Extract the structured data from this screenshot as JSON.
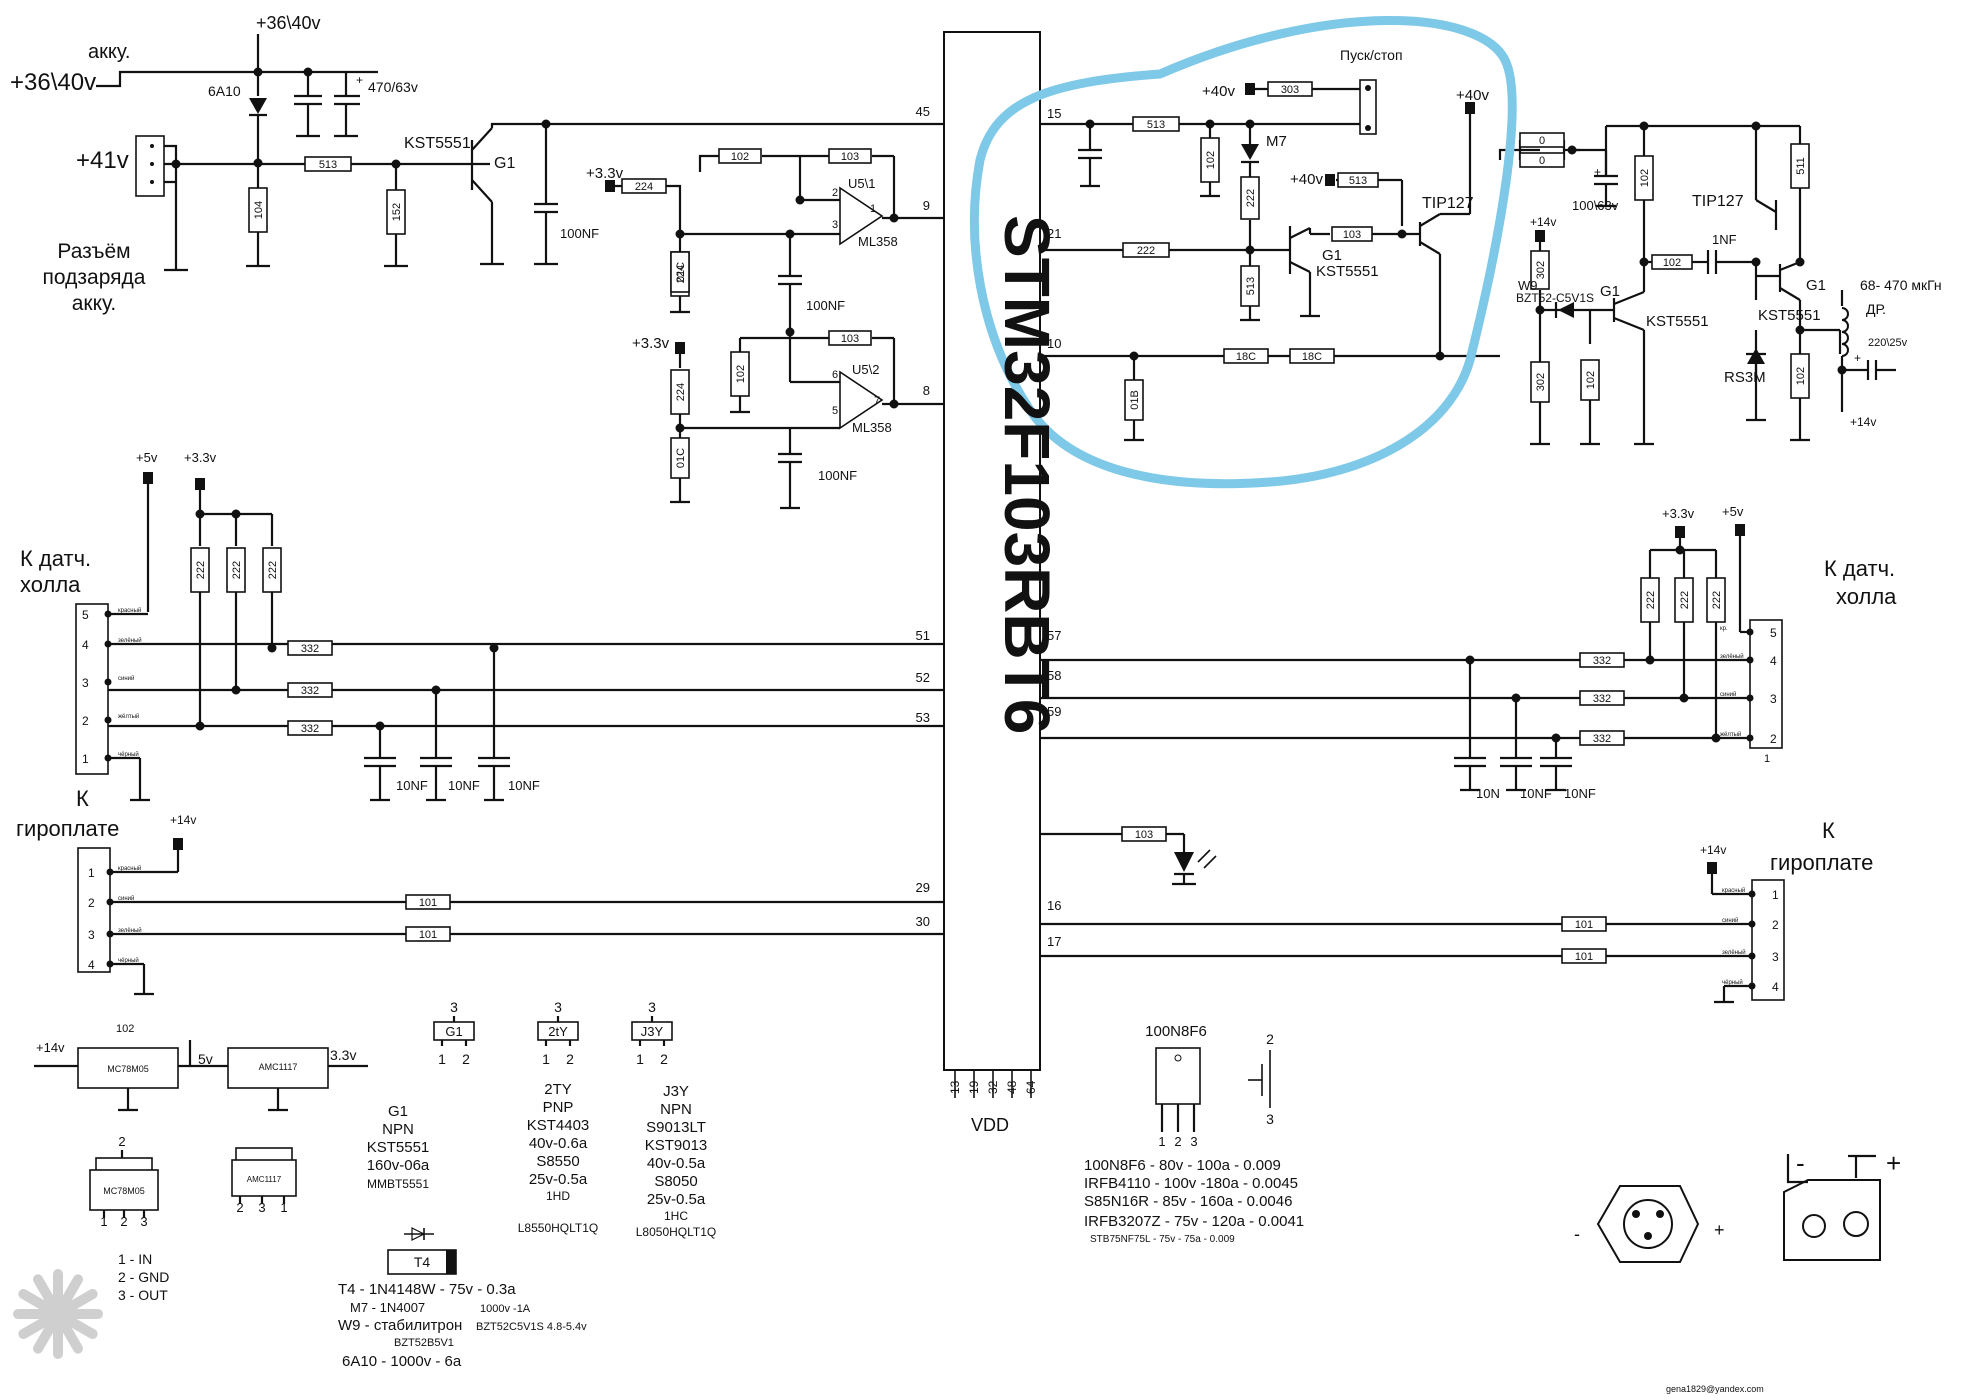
{
  "chip": {
    "name": "STM32F103RBT6",
    "vdd": "VDD",
    "vdd_pins": [
      "13",
      "19",
      "32",
      "48",
      "64"
    ]
  },
  "left_power": {
    "title_top": "+36\\40v",
    "akku": "акку.",
    "akku_v": "+36\\40v",
    "diode": "6A10",
    "cap": "470/63v",
    "in41": "+41v",
    "connector_caption": [
      "Разъём",
      "подзаряда",
      "акку."
    ],
    "r513": "513",
    "r104": "104",
    "r152": "152",
    "transistor": "KST5551",
    "g1": "G1",
    "cap_100nf": "100NF"
  },
  "opamp": {
    "v33a": "+3.3v",
    "v33b": "+3.3v",
    "r224a": "224",
    "r224b": "224",
    "r102a": "102",
    "r103a": "103",
    "r103b": "103",
    "r102b": "102",
    "c01ca": "01C",
    "c01cb": "01C",
    "u1": "U5\\1",
    "u2": "U5\\2",
    "ml1": "ML358",
    "ml2": "ML358",
    "nf1": "100NF",
    "nf2": "100NF",
    "pins": [
      "2",
      "3",
      "1",
      "6",
      "5",
      "7"
    ]
  },
  "chip_pins": {
    "p45": "45",
    "p9": "9",
    "p8": "8",
    "p51": "51",
    "p52": "52",
    "p53": "53",
    "p29": "29",
    "p30": "30",
    "p15": "15",
    "p21": "21",
    "p10": "10",
    "p57": "57",
    "p58": "58",
    "p59": "59",
    "p16": "16",
    "p17": "17"
  },
  "start_stop": {
    "title": "Пуск/стоп",
    "v40a": "+40v",
    "v40b": "+40v",
    "v40c": "+40v",
    "r303": "303",
    "r513a": "513",
    "r102": "102",
    "m7": "M7",
    "r222a": "222",
    "r513b": "513",
    "r222b": "222",
    "r513c": "513",
    "r103": "103",
    "g1": "G1",
    "kst": "KST5551",
    "tip": "TIP127",
    "c01b": "01B",
    "r18ca": "18C",
    "r18cb": "18C"
  },
  "right_power": {
    "r0a": "0",
    "r0b": "0",
    "cap": "100\\63v",
    "r102a": "102",
    "tip": "TIP127",
    "r511": "511",
    "c1nf": "1NF",
    "r102b": "102",
    "g1a": "G1",
    "g1b": "G1",
    "kst_a": "KST5551",
    "kst_b": "KST5551",
    "v14a": "+14v",
    "r302a": "302",
    "w9": "W9",
    "bzt": "BZT52-C5V1S",
    "r302b": "302",
    "r102c": "102",
    "rs3m": "RS3M",
    "r102d": "102",
    "ind": "68- 470 мкГн",
    "dr": "ДР.",
    "cap2": "220\\25v",
    "v14b": "+14v"
  },
  "hall_left": {
    "title": [
      "К датч.",
      "холла"
    ],
    "v5": "+5v",
    "v33": "+3.3v",
    "r222": [
      "222",
      "222",
      "222"
    ],
    "r332": [
      "332",
      "332",
      "332"
    ],
    "caps": [
      "10NF",
      "10NF",
      "10NF"
    ],
    "pins": [
      "5",
      "4",
      "3",
      "2",
      "1"
    ],
    "wires": [
      "красный",
      "зелёный",
      "синий",
      "жёлтый",
      "чёрный"
    ]
  },
  "gyro_left": {
    "title": [
      "К",
      "гироплате"
    ],
    "v14": "+14v",
    "r101": [
      "101",
      "101"
    ],
    "pins": [
      "1",
      "2",
      "3",
      "4"
    ],
    "wires": [
      "красный",
      "синий",
      "зелёный",
      "чёрный"
    ]
  },
  "hall_right": {
    "title": [
      "К датч.",
      "холла"
    ],
    "v33": "+3.3v",
    "v5": "+5v",
    "r222": [
      "222",
      "222",
      "222"
    ],
    "r332": [
      "332",
      "332",
      "332"
    ],
    "caps": [
      "10N",
      "10NF",
      "10NF"
    ],
    "pins": [
      "5",
      "4",
      "3",
      "2"
    ],
    "pin_under": "1",
    "wires": [
      "кр.",
      "зелёный",
      "синий",
      "жёлтый"
    ]
  },
  "gyro_right": {
    "title": [
      "К",
      "гироплате"
    ],
    "v14": "+14v",
    "r101": [
      "101",
      "101"
    ],
    "pins": [
      "1",
      "2",
      "3",
      "4"
    ],
    "wires": [
      "красный",
      "синий",
      "зелёный",
      "чёрный"
    ]
  },
  "led": {
    "r103": "103"
  },
  "regulators": {
    "r102": "102",
    "v14": "+14v",
    "mc": "MC78M05",
    "v5": "5v",
    "amc": "AMC1117",
    "v33": "3.3v",
    "pin2": "2",
    "mc_pins": [
      "1",
      "2",
      "3"
    ],
    "amc_pins": [
      "2",
      "3",
      "1"
    ],
    "legend": [
      "1 - IN",
      "2 - GND",
      "3 - OUT"
    ]
  },
  "packages": {
    "g1": {
      "top": "3",
      "label": "G1",
      "pins": [
        "1",
        "2"
      ],
      "lines": [
        "G1",
        "NPN",
        "KST5551",
        "160v-06a",
        "MMBT5551"
      ]
    },
    "t2ty": {
      "top": "3",
      "label": "2tY",
      "pins": [
        "1",
        "2"
      ],
      "lines": [
        "2TY",
        "PNP",
        "KST4403",
        "40v-0.6a",
        "S8550",
        "25v-0.5a",
        "1HD",
        "L8550HQLT1Q"
      ]
    },
    "j3y": {
      "top": "3",
      "label": "J3Y",
      "pins": [
        "1",
        "2"
      ],
      "lines": [
        "J3Y",
        "NPN",
        "S9013LT",
        "KST9013",
        "40v-0.5a",
        "S8050",
        "25v-0.5a",
        "1HC",
        "L8050HQLT1Q"
      ]
    }
  },
  "diodes": {
    "t4": "T4",
    "lines": [
      "T4 - 1N4148W - 75v - 0.3a",
      "M7  - 1N4007",
      "1000v -1A",
      "W9 - стабилитрон",
      "BZT52C5V1S  4.8-5.4v",
      "BZT52B5V1",
      "6A10  - 1000v - 6a"
    ]
  },
  "mosfet": {
    "title": "100N8F6",
    "pins": [
      "1",
      "2",
      "3"
    ],
    "sym_top": "2",
    "sym_bot": "3",
    "lines": [
      "100N8F6 - 80v - 100a - 0.009",
      "IRFB4110 - 100v -180a - 0.0045",
      "S85N16R - 85v - 160a - 0.0046",
      "IRFB3207Z - 75v - 120a - 0.0041",
      "STB75NF75L   - 75v  -  75a     - 0.009"
    ]
  },
  "connectors": {
    "minus": "-",
    "plus": "+"
  },
  "footer": {
    "email": "gena1829@yandex.com"
  }
}
